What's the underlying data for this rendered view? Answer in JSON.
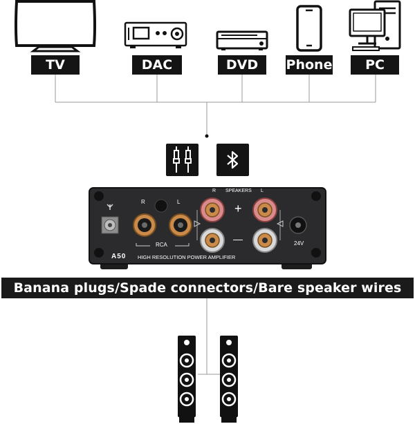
{
  "sources": [
    {
      "label": "TV",
      "icon": "tv-icon"
    },
    {
      "label": "DAC",
      "icon": "dac-icon"
    },
    {
      "label": "DVD",
      "icon": "dvd-player-icon"
    },
    {
      "label": "Phone",
      "icon": "phone-icon"
    },
    {
      "label": "PC",
      "icon": "pc-icon"
    }
  ],
  "connection_icons": [
    "rca-cable-icon",
    "bluetooth-icon"
  ],
  "amplifier": {
    "brand": "A50",
    "subtitle": "HIGH RESOLUTION POWER AMPLIFIER",
    "rca_label": "RCA",
    "rca_r": "R",
    "rca_l": "L",
    "speakers_label": "SPEAKERS",
    "spk_r": "R",
    "spk_l": "L",
    "plus": "+",
    "minus": "—",
    "power_label": "24V"
  },
  "banner": "Banana plugs/Spade connectors/Bare speaker wires",
  "speakers": [
    "tower-speaker-icon",
    "tower-speaker-icon"
  ],
  "colors": {
    "label_bg": "#141414",
    "amp_body": "#2b2b2d",
    "copper": "#c98a4a",
    "binding_red": "#d98a8a"
  }
}
